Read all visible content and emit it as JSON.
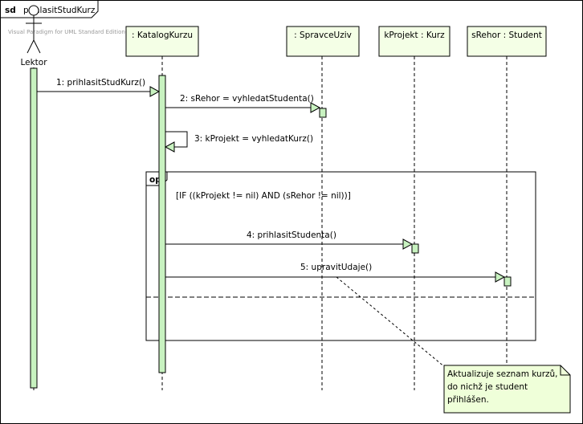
{
  "frame": {
    "keyword": "sd",
    "name": "prihlasitStudKurz"
  },
  "watermark": "Visual Paradigm for UML Standard Edition(Masaryk University)",
  "actor": {
    "name": "Lektor"
  },
  "lifelines": [
    {
      "id": "katalog",
      "label": ": KatalogKurzu"
    },
    {
      "id": "spravce",
      "label": ": SpravceUziv"
    },
    {
      "id": "kurz",
      "label": "kProjekt : Kurz"
    },
    {
      "id": "student",
      "label": "sRehor : Student"
    }
  ],
  "messages": [
    {
      "id": "m1",
      "label": "1: prihlasitStudKurz()"
    },
    {
      "id": "m2",
      "label": "2: sRehor = vyhledatStudenta()"
    },
    {
      "id": "m3",
      "label": "3: kProjekt = vyhledatKurz()"
    },
    {
      "id": "m4",
      "label": "4: prihlasitStudenta()"
    },
    {
      "id": "m5",
      "label": "5: upravitUdaje()"
    }
  ],
  "fragment": {
    "operator": "opt",
    "guard": "[IF ((kProjekt != nil) AND (sRehor != nil))]"
  },
  "note": {
    "lines": [
      "Aktualizuje seznam kurzů,",
      "do nichž je student",
      "přihlášen."
    ]
  },
  "colors": {
    "activation_fill": "#c8f2c0",
    "header_fill": "#f4ffe6",
    "note_fill": "#efffd9",
    "arrowhead_fill": "#c8f2c0",
    "line": "#000000"
  }
}
